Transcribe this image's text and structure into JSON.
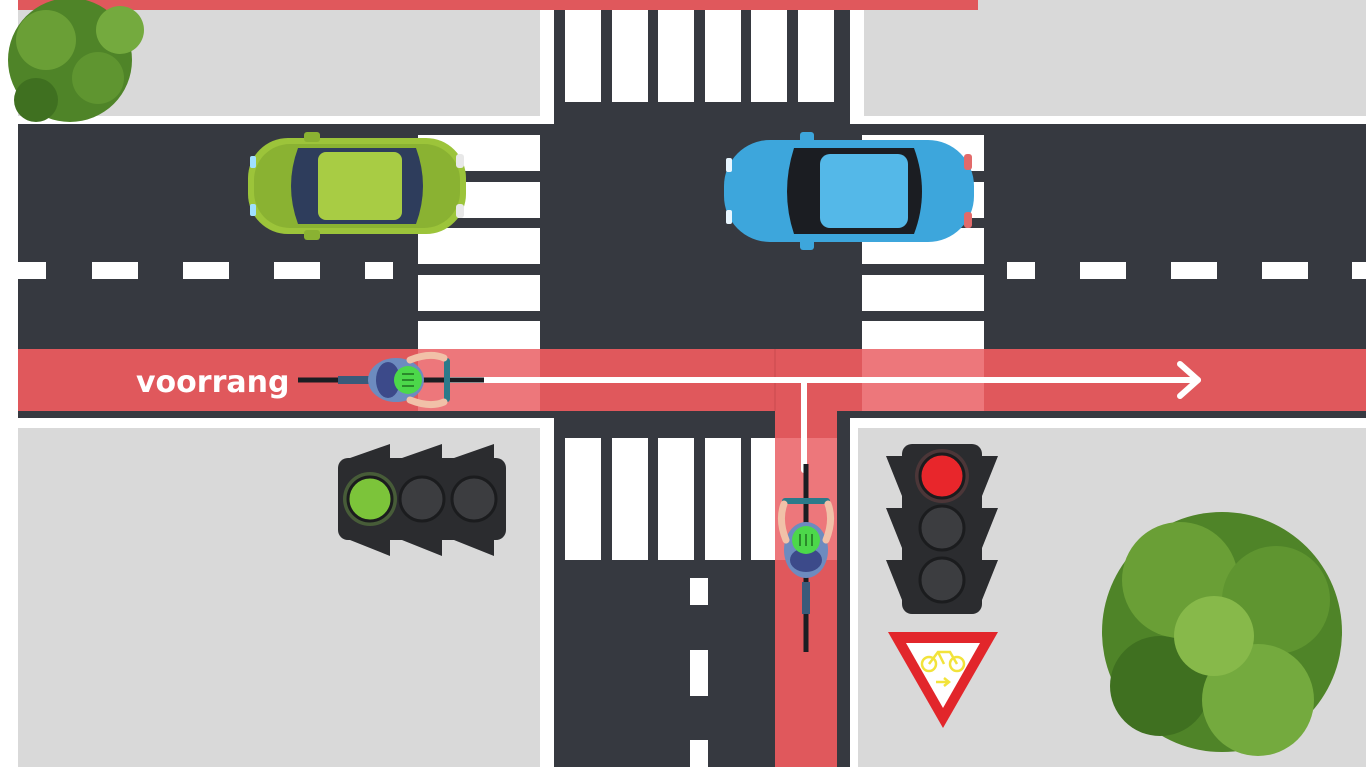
{
  "scene": {
    "priority_label": "voorrang",
    "colors": {
      "asphalt": "#363940",
      "sidewalk": "#d9d9d9",
      "cycle_lane": "#e0585c",
      "cycle_lane_light": "#f0878a",
      "marking": "#ffffff",
      "green_car": "#9cc43a",
      "blue_car": "#3da6dc",
      "signal_on_green": "#7cc43a",
      "signal_on_red": "#e8262b",
      "signal_off": "#3c3d40",
      "signal_housing": "#2b2c2f",
      "yield_sign_border": "#e2262b",
      "bicycle_symbol": "#f2e33b",
      "tree": "#5a8f2a"
    },
    "traffic_lights": [
      {
        "name": "cyclist-light-horizontal",
        "state": "green"
      },
      {
        "name": "cyclist-light-vertical",
        "state": "red"
      }
    ],
    "sign": {
      "name": "yield-sign-cyclist-right-turn",
      "icon": "bicycle-right-arrow-icon"
    }
  }
}
